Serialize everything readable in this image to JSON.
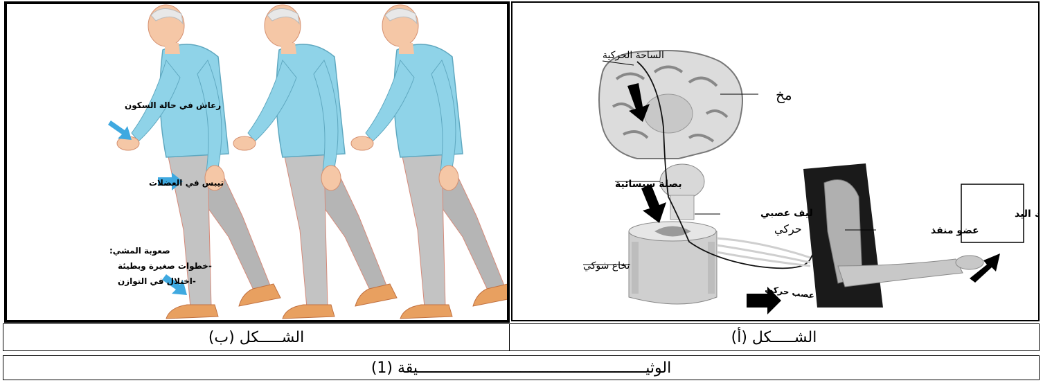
{
  "figure_b": {
    "labels": {
      "tremor": "رعاش في حالة السكون",
      "rigidity": "تيبس في العضلات",
      "walking_title": "صعوبة المشي:",
      "walking_line1": "-خطوات صغيرة وبطيئة",
      "walking_line2": "-اختلال في التوازن"
    },
    "caption": "الشـــــكل (ب)"
  },
  "figure_a": {
    "labels": {
      "motor_area": "الساحة الحركية",
      "brain": "مخ",
      "medulla": "بصلة سيسائية",
      "motor_fiber_1": "ليف عصبي",
      "motor_fiber_2": "حركي",
      "spinal_cord": "نخاع شوكي",
      "motor_nerve": "عصب حركي",
      "effector": "عضو منفذ",
      "hand_movement": "تحريك اليد"
    },
    "caption": "الشـــــكل (أ)"
  },
  "document_title": "الوثيـــــــــــــــــــــــــــــــــــــــــــــــــــيقة (1)",
  "colors": {
    "shirt": "#8fd3e8",
    "pants": "#b5b5b5",
    "skin": "#f5c7a6",
    "shoes": "#e8a060",
    "arrow_blue": "#3fa9e0",
    "arrow_black": "#000000"
  }
}
